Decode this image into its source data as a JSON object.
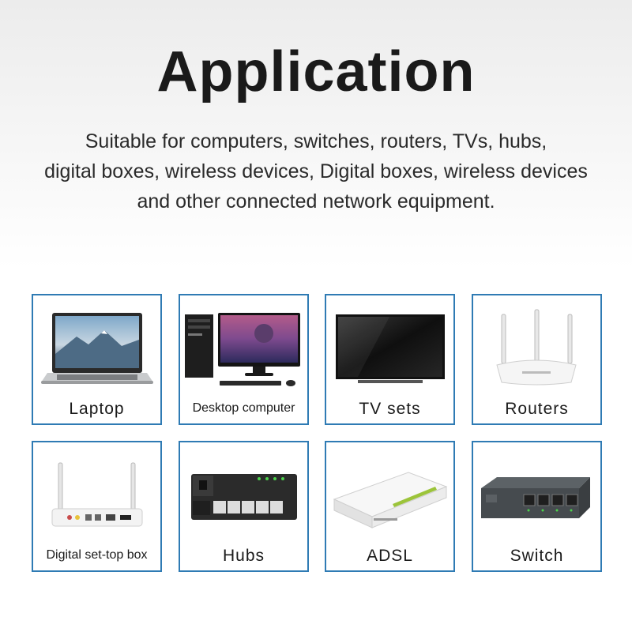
{
  "header": {
    "title": "Application",
    "subtitle_lines": [
      "Suitable for computers, switches, routers, TVs, hubs,",
      "digital boxes, wireless devices, Digital boxes, wireless devices",
      "and other connected network equipment."
    ]
  },
  "cards": [
    {
      "label": "Laptop",
      "icon": "laptop-icon"
    },
    {
      "label": "Desktop computer",
      "icon": "desktop-computer-icon"
    },
    {
      "label": "TV sets",
      "icon": "tv-icon"
    },
    {
      "label": "Routers",
      "icon": "router-icon"
    },
    {
      "label": "Digital set-top box",
      "icon": "set-top-box-icon"
    },
    {
      "label": "Hubs",
      "icon": "hub-icon"
    },
    {
      "label": "ADSL",
      "icon": "adsl-modem-icon"
    },
    {
      "label": "Switch",
      "icon": "switch-icon"
    }
  ],
  "colors": {
    "card_border": "#2f7bb4",
    "text": "#1a1a1a"
  }
}
